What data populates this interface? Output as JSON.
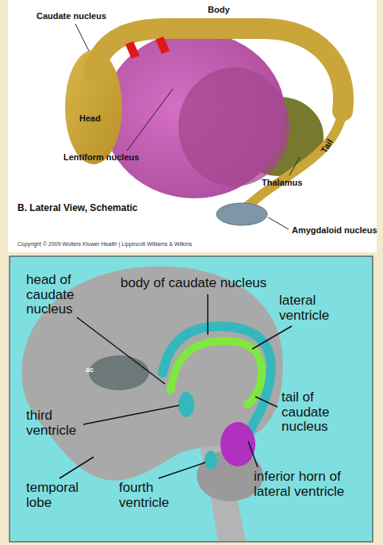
{
  "diagram": {
    "labels": [
      "Caudate nucleus",
      "Body",
      "Head",
      "Lentiform nucleus",
      "Thalamus",
      "Tail",
      "Amygdaloid nucleus",
      "B. Lateral View, Schematic",
      "Copyright © 2009 Wolters Kluwer Health | Lippincott Williams & Wilkins",
      "head of caudate nucleus",
      "body of caudate nucleus",
      "lateral ventricle",
      "ac",
      "tail of caudate nucleus",
      "third ventricle",
      "temporal lobe",
      "fourth ventricle",
      "inferior horn of lateral ventricle"
    ]
  }
}
